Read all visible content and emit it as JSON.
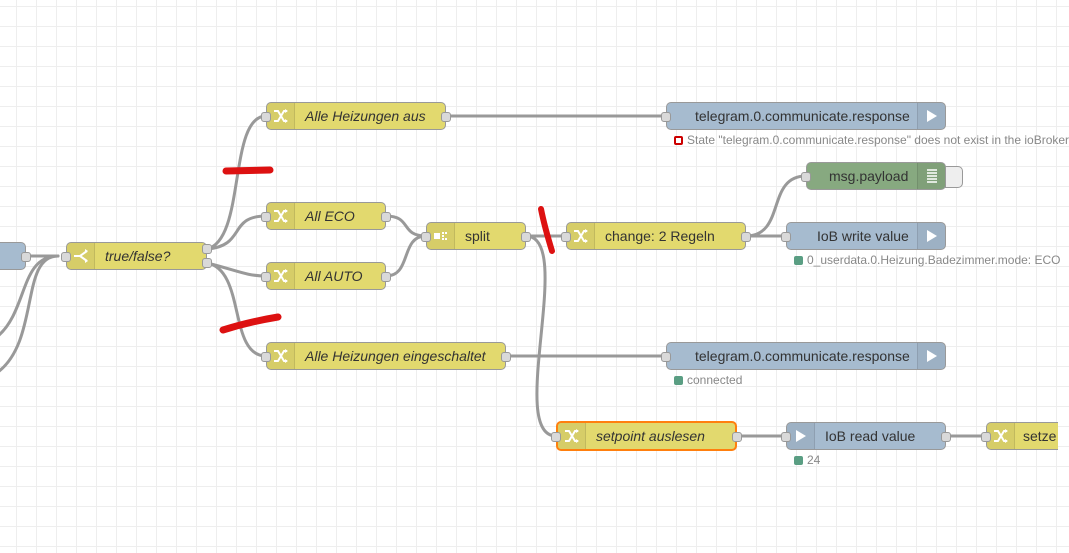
{
  "canvas": {
    "grid_color": "#eeeeee",
    "wire_color": "#999999",
    "annotation_color": "#dd1111"
  },
  "nodes": {
    "switch": {
      "label": "true/false?"
    },
    "alle_aus": {
      "label": "Alle Heizungen aus"
    },
    "all_eco": {
      "label": "All ECO"
    },
    "all_auto": {
      "label": "All AUTO"
    },
    "alle_ein": {
      "label": "Alle Heizungen eingeschaltet"
    },
    "split": {
      "label": "split"
    },
    "change2": {
      "label": "change: 2 Regeln"
    },
    "tg_response_1": {
      "label": "telegram.0.communicate.response",
      "status": "State \"telegram.0.communicate.response\" does not exist in the ioBroker"
    },
    "msg_payload": {
      "label": "msg.payload"
    },
    "iob_write": {
      "label": "IoB write value",
      "status": "0_userdata.0.Heizung.Badezimmer.mode: ECO"
    },
    "tg_response_2": {
      "label": "telegram.0.communicate.response",
      "status": "connected"
    },
    "setpoint": {
      "label": "setpoint auslesen"
    },
    "iob_read": {
      "label": "IoB read value",
      "status": "24"
    },
    "setze": {
      "label": "setze"
    }
  },
  "icons": {
    "change": "shuffle-icon",
    "switch": "switch-branch-icon",
    "split": "split-icon",
    "iob_out": "arrow-out-icon",
    "iob_in": "arrow-in-icon",
    "debug": "list-lines-icon"
  }
}
